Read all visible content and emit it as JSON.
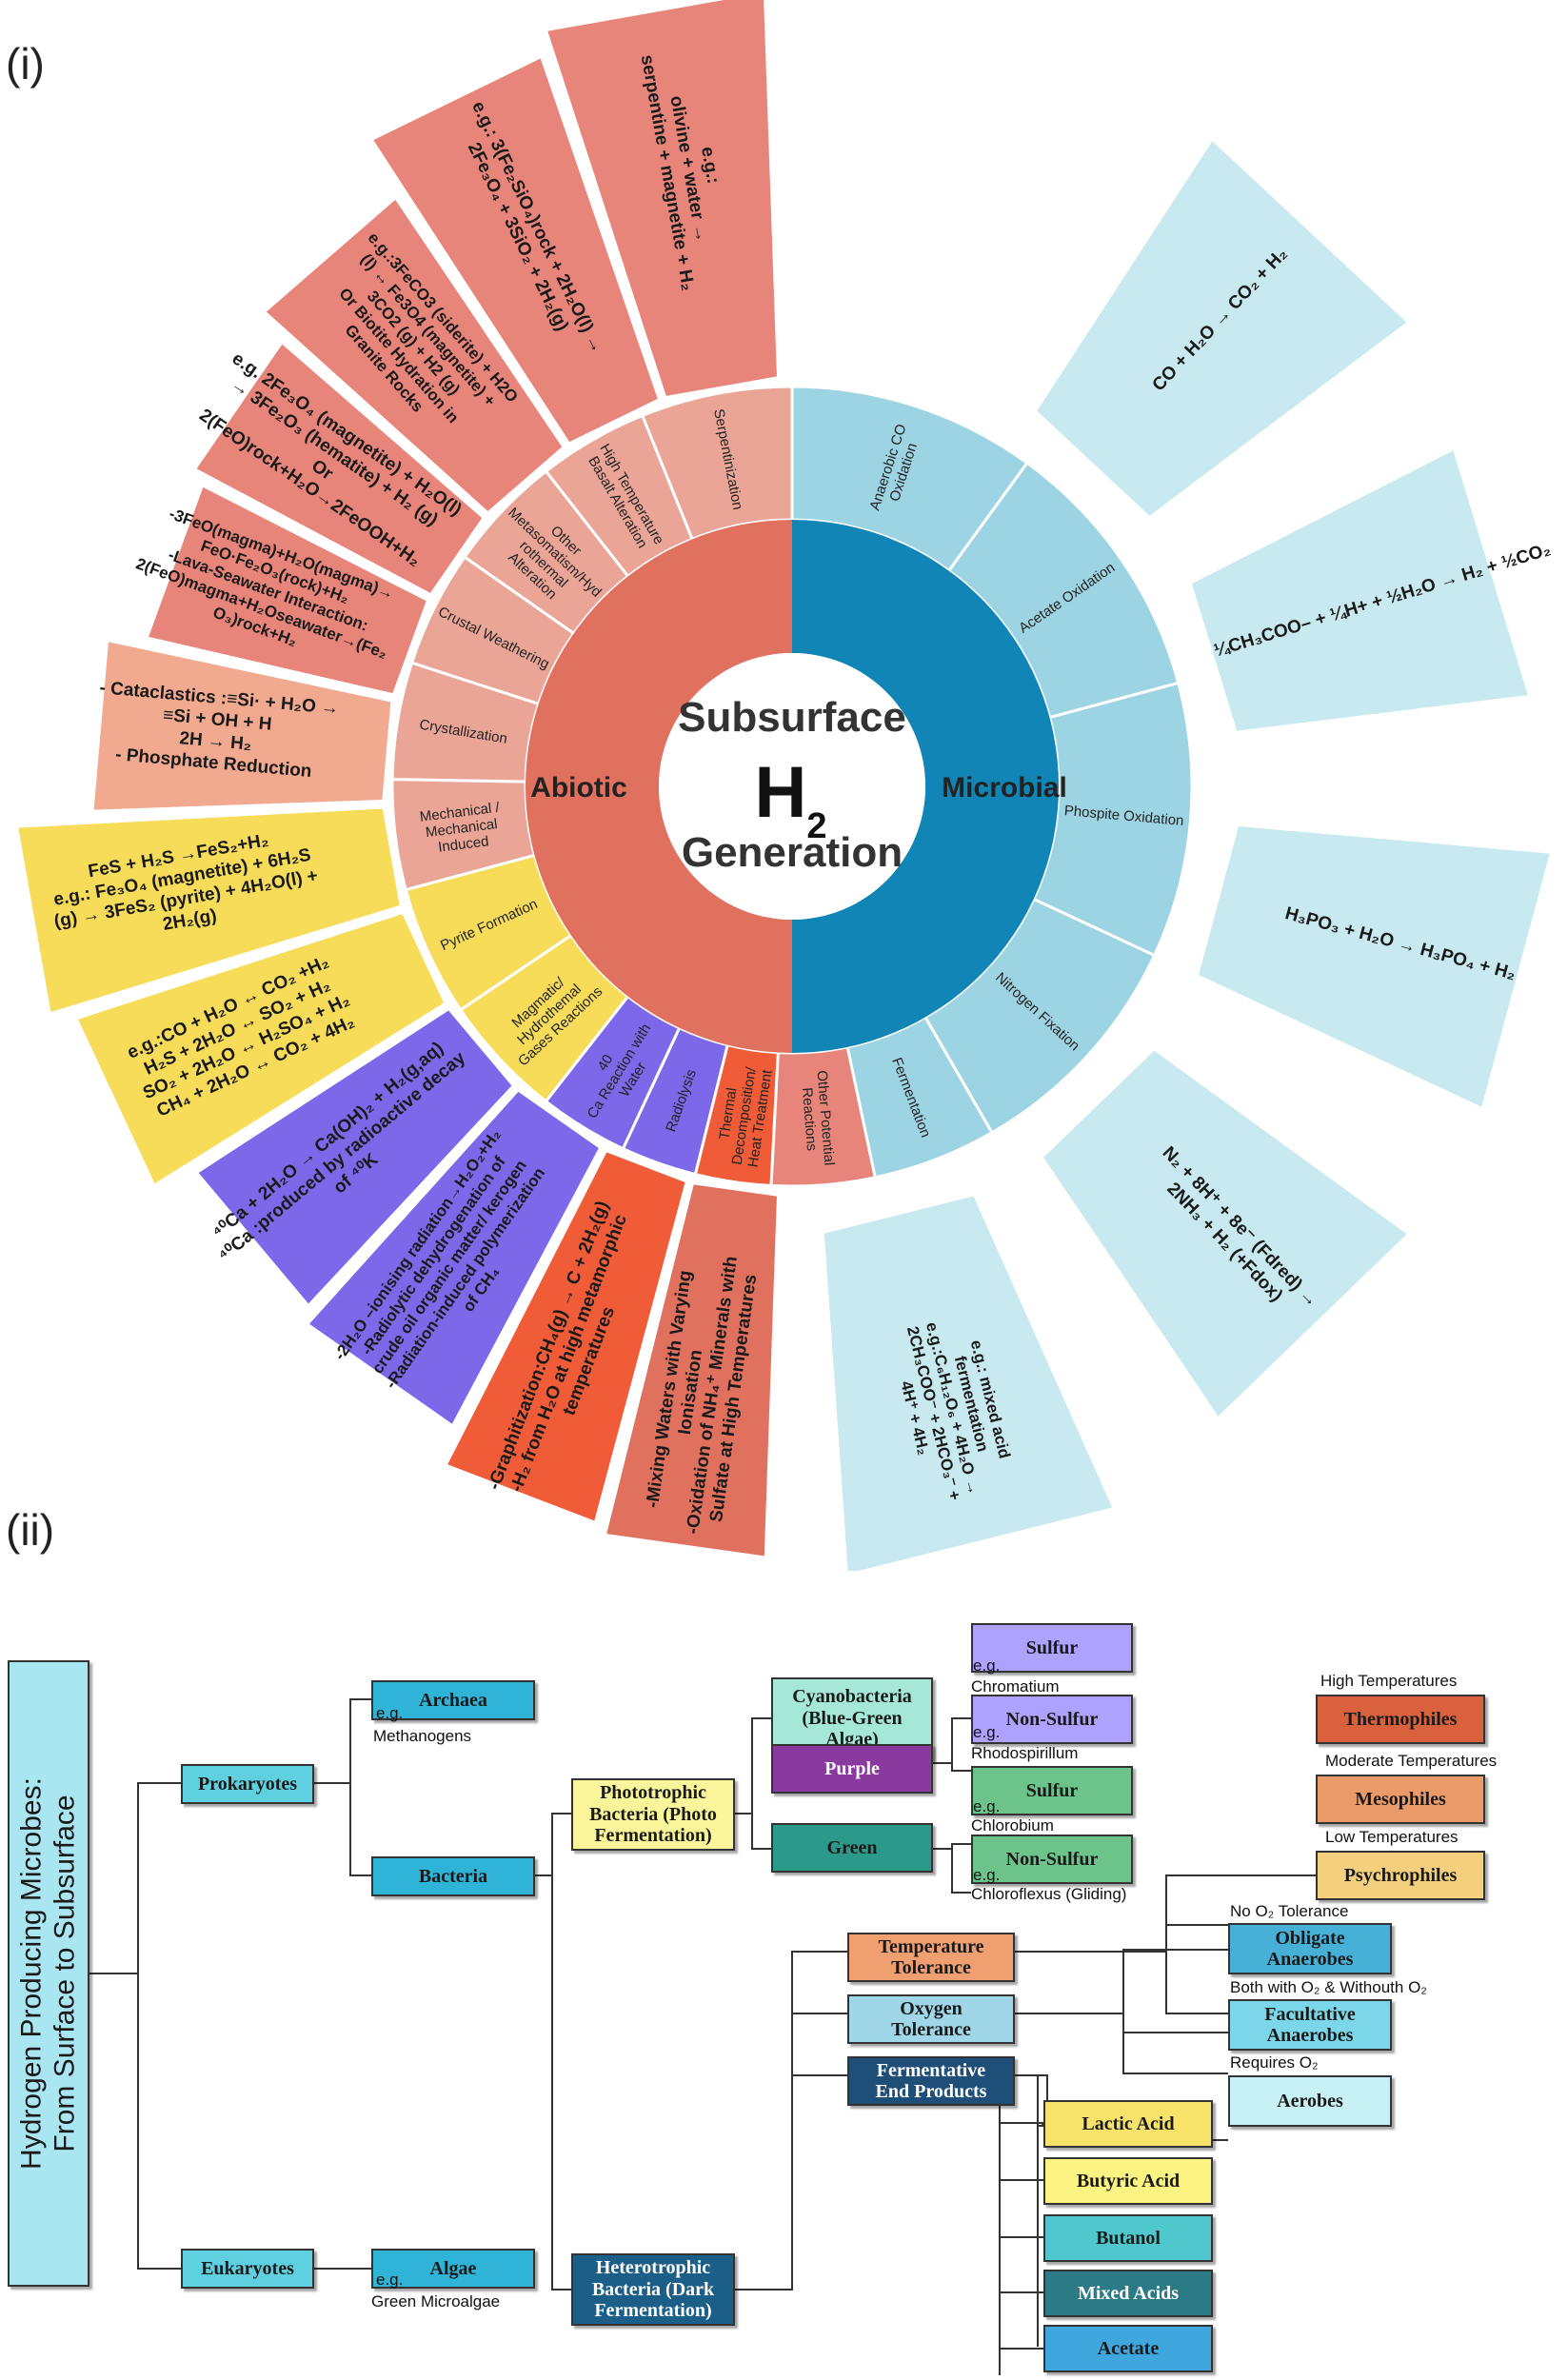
{
  "panels": {
    "first": "(i)",
    "second": "(ii)"
  },
  "center": {
    "line1": "Subsurface",
    "line2": "H",
    "sub": "2",
    "line3": "Generation"
  },
  "inner": {
    "abiotic": "Abiotic",
    "microbial": "Microbial"
  },
  "colors": {
    "abiotic": "#e0715f",
    "microbial": "#1185b6",
    "salmon": "#e8857a",
    "peach": "#f1aa90",
    "yellow": "#f7dc5a",
    "purple": "#7c68e9",
    "orange": "#f05b38",
    "lightblue": "#9dd4e4",
    "paleblue": "#c9e9f1"
  },
  "mid_ring": [
    {
      "label": "Serpentinization",
      "color": "#eaa596"
    },
    {
      "label": "High Temperature\nBasalt Alteration",
      "color": "#eaa596"
    },
    {
      "label": "Other\nMetasomatism/Hyd\nrothermal\nAlteration",
      "color": "#eaa596"
    },
    {
      "label": "Crustal Weathering",
      "color": "#eaa596"
    },
    {
      "label": "Crystallization",
      "color": "#eaa596"
    },
    {
      "label": "Mechanical /\nMechanical\nInduced",
      "color": "#eaa596"
    },
    {
      "label": "Pyrite Formation",
      "color": "#f7dc5a"
    },
    {
      "label": "Magmatic/\nHydrothemal\nGases Reactions",
      "color": "#f7dc5a"
    },
    {
      "label": "40\nCa Reaction with\nWater",
      "color": "#7c68e9"
    },
    {
      "label": "Radiolysis",
      "color": "#7c68e9"
    },
    {
      "label": "Thermal\nDecomposition/\nHeat Treatment",
      "color": "#f05b38"
    },
    {
      "label": "Other Potential\nReactions",
      "color": "#e8857a"
    },
    {
      "label": "Fermentation",
      "color": "#9dd4e4"
    },
    {
      "label": "Nitrogen Fixation",
      "color": "#9dd4e4"
    },
    {
      "label": "Phospite Oxidation",
      "color": "#9dd4e4"
    },
    {
      "label": "Acetate Oxidation",
      "color": "#9dd4e4"
    },
    {
      "label": "Anaerobic CO\nOxidation",
      "color": "#9dd4e4"
    }
  ],
  "outer_ring": [
    {
      "text": "e.g.:\nolivine + water →\nserpentine + magnetite + H₂",
      "color": "#e8857a"
    },
    {
      "text": "e.g.: 3(Fe₂SiO₄)rock + 2H₂O(l) →\n2Fe₃O₄ + 3SiO₂ + 2H₂(g)",
      "color": "#e8857a"
    },
    {
      "text": "e.g.:3FeCO3 (siderite) + H2O\n(l) ↔ Fe3O4 (magnetite) +\n3CO2 (g) + H2 (g)\nOr Biotite Hydration in\nGranite Rocks",
      "color": "#e8857a"
    },
    {
      "text": "e.g. 2Fe₃O₄ (magnetite) + H₂O(l)\n→ 3Fe₂O₃ (hematite) + H₂ (g)\nOr\n2(FeO)rock+H₂O→2FeOOH+H₂",
      "color": "#e8857a"
    },
    {
      "text": "-3FeO(magma)+H₂O(magma)→\nFeO·Fe₂O₃(rock)+H₂\n-Lava-Seawater Interaction:\n2(FeO)magma+H₂Oseawater→(Fe₂\nO₃)rock+H₂",
      "color": "#e8857a"
    },
    {
      "text": "- Cataclastics :≡Si· + H₂O →\n≡Si + OH + H\n2H → H₂\n- Phosphate Reduction",
      "color": "#f1aa90"
    },
    {
      "text": "FeS + H₂S →FeS₂+H₂\ne.g.: Fe₃O₄ (magnetite) + 6H₂S\n(g) → 3FeS₂ (pyrite) + 4H₂O(l) +\n2H₂(g)",
      "color": "#f7dc5a"
    },
    {
      "text": "e.g.:CO + H₂O ↔ CO₂ +H₂\nH₂S + 2H₂O ↔ SO₂ + H₂\nSO₂ + 2H₂O ↔ H₂SO₄ + H₂\nCH₄ + 2H₂O ↔ CO₂ + 4H₂",
      "color": "#f7dc5a"
    },
    {
      "text": "⁴⁰Ca + 2H₂O → Ca(OH)₂ + H₂(g,aq)\n⁴⁰Ca :produced by radioactive decay\nof ⁴⁰K",
      "color": "#7c68e9"
    },
    {
      "text": "-2H₂O –ionising radiation→H₂O₂+H₂\n-Radiolytic dehydrogenation of\ncrude oil organic matter/ kerogen\n-Radiation-induced polymerization\nof CH₄",
      "color": "#7c68e9"
    },
    {
      "text": "-Graphitization:CH₄(g) → C + 2H₂(g)\n-H₂ from H₂O at high metamorphic\ntemperatures",
      "color": "#f05b38"
    },
    {
      "text": "-Mixing Waters with Varying\nIonisation\n-Oxidation of NH₄⁺ Minerals with\nSulfate at High Temperatures",
      "color": "#e0715f"
    },
    {
      "text": "e.g.: mixed acid\nfermentation\ne.g.:C₆H₁₂O₆ + 4H₂O →\n2CH₃COO⁻ + 2HCO₃⁻ +\n4H⁺ + 4H₂",
      "color": "#c9e9f1"
    },
    {
      "text": "N₂ + 8H⁺ + 8e⁻ (Fdred) →\n2NH₃ + H₂ (+Fdox)",
      "color": "#c9e9f1"
    },
    {
      "text": "H₃PO₃ + H₂O → H₃PO₄ + H₂",
      "color": "#c9e9f1"
    },
    {
      "text": "¼CH₃COO– + ¼H+ + ½H₂O → H₂ + ½CO₂",
      "color": "#c9e9f1"
    },
    {
      "text": "CO + H₂O → CO₂ + H₂",
      "color": "#c9e9f1"
    }
  ],
  "tree": {
    "title": "Hydrogen Producing Microbes:\nFrom Surface to Subsurface",
    "prokaryotes": "Prokaryotes",
    "eukaryotes": "Eukaryotes",
    "archaea": "Archaea",
    "archaea_eg": "e.g.",
    "methanogens": "Methanogens",
    "bacteria": "Bacteria",
    "algae": "Algae",
    "algae_eg": "e.g.",
    "green_microalgae": "Green Microalgae",
    "phototrophic": "Phototrophic\nBacteria (Photo\nFermentation)",
    "heterotrophic": "Heterotrophic\nBacteria (Dark\nFermentation)",
    "cyanobacteria": "Cyanobacteria\n(Blue-Green\nAlgae)",
    "purple": "Purple",
    "green": "Green",
    "purple_sulfur": "Sulfur",
    "purple_sulfur_eg": "e.g.",
    "chromatium": "Chromatium",
    "purple_nonsulfur": "Non-Sulfur",
    "purple_nonsulfur_eg": "e.g.",
    "rhodospirillum": "Rhodospirillum",
    "green_sulfur": "Sulfur",
    "green_sulfur_eg": "e.g.",
    "chlorobium": "Chlorobium",
    "green_nonsulfur": "Non-Sulfur",
    "green_nonsulfur_eg": "e.g.",
    "chloroflexus": "Chloroflexus (Gliding)",
    "temperature_tolerance": "Temperature\nTolerance",
    "oxygen_tolerance": "Oxygen\nTolerance",
    "fermentative": "Fermentative\nEnd Products",
    "high_temp": "High Temperatures",
    "thermophiles": "Thermophiles",
    "moderate_temp": "Moderate Temperatures",
    "mesophiles": "Mesophiles",
    "low_temp": "Low Temperatures",
    "psychrophiles": "Psychrophiles",
    "no_o2": "No O₂ Tolerance",
    "obligate": "Obligate\nAnaerobes",
    "both_o2": "Both with O₂ & Withouth O₂",
    "facultative": "Facultative\nAnaerobes",
    "requires_o2": "Requires O₂",
    "aerobes": "Aerobes",
    "lactic": "Lactic Acid",
    "butyric": "Butyric Acid",
    "butanol": "Butanol",
    "mixed": "Mixed Acids",
    "acetate": "Acetate"
  }
}
